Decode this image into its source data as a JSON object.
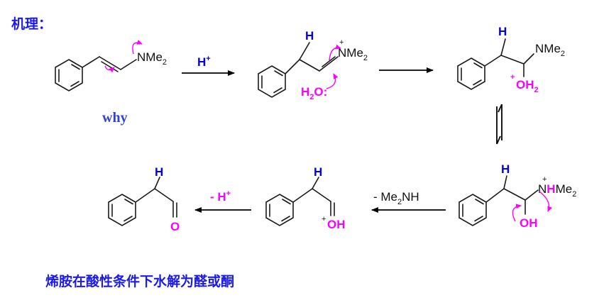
{
  "heading": "机理：",
  "why_label": "why",
  "footer": "烯胺在酸性条件下水解为醛或酮",
  "arrows": {
    "step1": {
      "main": "H",
      "sup": "+"
    },
    "step4": {
      "main": "- Me",
      "sub": "2",
      "tail": "NH"
    },
    "step5": {
      "main": "- H",
      "sup": "+"
    }
  },
  "labels": {
    "H": "H",
    "N": "N",
    "NMe_tail": "Me",
    "sub2": "2",
    "plus": "+",
    "NMe2_full": "NMe",
    "H2O_H": "H",
    "H2O_O": "O",
    "OH2_O": "OH",
    "OH": "OH",
    "O": "O",
    "lone_pair": ":"
  },
  "colors": {
    "blue": "#0000ee",
    "magenta": "#ff00ff",
    "heading": "#1a1aee",
    "bonds": "#1a1a1a"
  }
}
